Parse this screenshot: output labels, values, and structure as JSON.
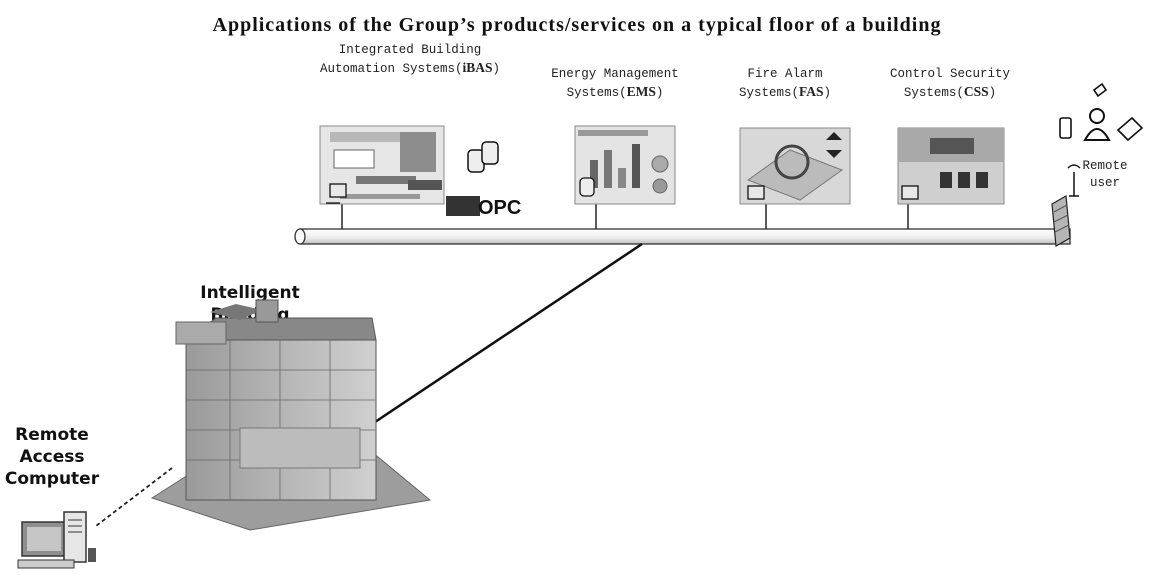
{
  "title": "Applications of the Group’s products/services on a typical floor of a building",
  "systems": [
    {
      "line1": "Integrated Building",
      "line2": "Automation Systems(",
      "abbr": "iBAS",
      "close": ")"
    },
    {
      "line1": "Energy Management",
      "line2": "Systems(",
      "abbr": "EMS",
      "close": ")"
    },
    {
      "line1": "Fire Alarm",
      "line2": "Systems(",
      "abbr": "FAS",
      "close": ")"
    },
    {
      "line1": "Control Security",
      "line2": "Systems(",
      "abbr": "CSS",
      "close": ")"
    }
  ],
  "opc_logo": "OPC",
  "remote_user": {
    "line1": "Remote",
    "line2": "user"
  },
  "intelligent_building": {
    "line1": "Intelligent",
    "line2": "Building"
  },
  "remote_access": {
    "line1": "Remote",
    "line2": "Access",
    "line3": "Computer"
  },
  "colors": {
    "bus_fill": "#f4f4f4",
    "bus_stroke": "#333333",
    "building": "#b9b9b9"
  }
}
